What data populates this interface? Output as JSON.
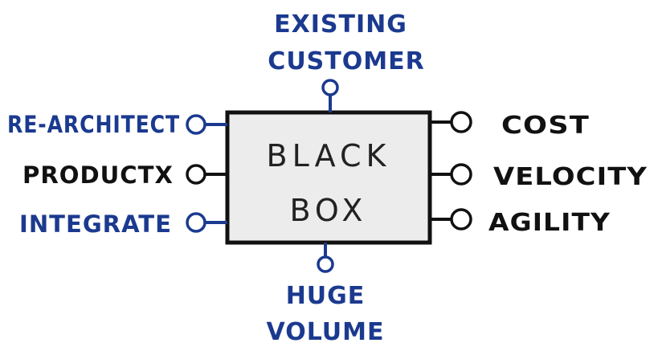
{
  "box": {
    "line1": "BLACK",
    "line2": "BOX"
  },
  "top": {
    "line1": "EXISTING",
    "line2": "CUSTOMER"
  },
  "bottom": {
    "line1": "HUGE",
    "line2": "VOLUME"
  },
  "left": {
    "item1": "RE-ARCHITECT",
    "item2": "PRODUCTX",
    "item3": "INTEGRATE"
  },
  "right": {
    "item1": "COST",
    "item2": "VELOCITY",
    "item3": "AGILITY"
  },
  "colors": {
    "blue": "#1b3a8f",
    "black": "#111111",
    "box_fill": "#ececec"
  }
}
